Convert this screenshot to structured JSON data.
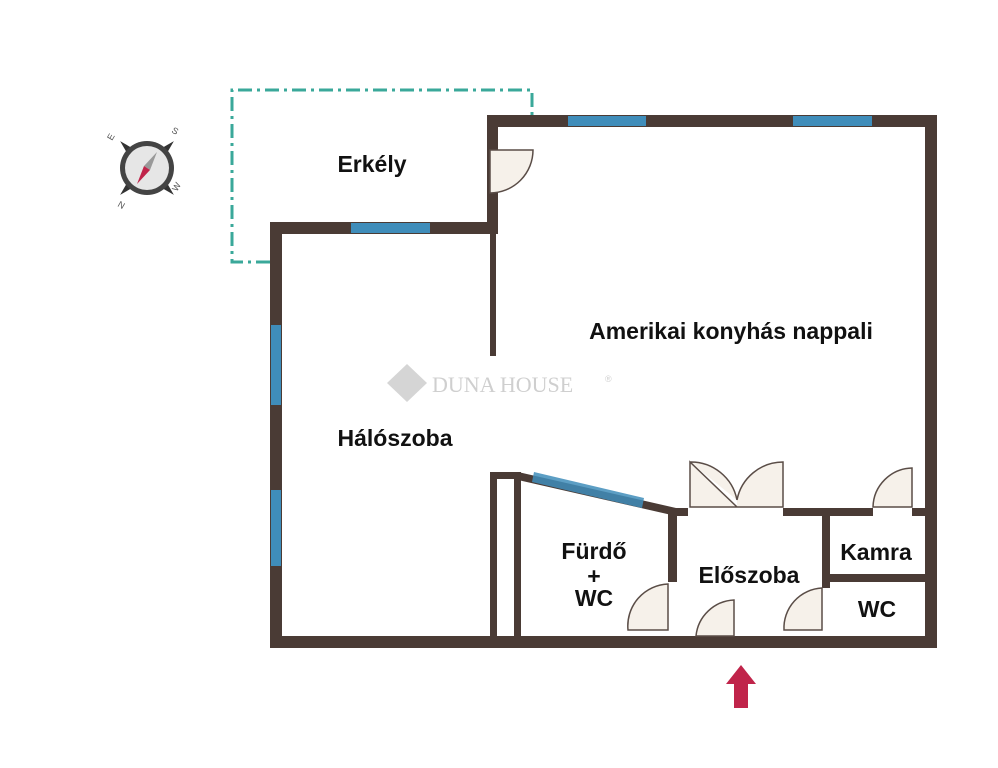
{
  "rooms": {
    "balcony": "Erkély",
    "living": "Amerikai konyhás nappali",
    "bedroom": "Hálószoba",
    "bath_line1": "Fürdő",
    "bath_line2": "+",
    "bath_line3": "WC",
    "hall": "Előszoba",
    "pantry": "Kamra",
    "wc": "WC"
  },
  "compass": {
    "n": "N",
    "s": "S",
    "e": "E",
    "w": "W"
  },
  "watermark": "DUNA HOUSE",
  "watermark_mark": "®",
  "colors": {
    "wall": "#4a3b35",
    "window": "#3f8dba",
    "balcony_outline": "#3aa89a",
    "entrance_arrow": "#c0244a"
  }
}
